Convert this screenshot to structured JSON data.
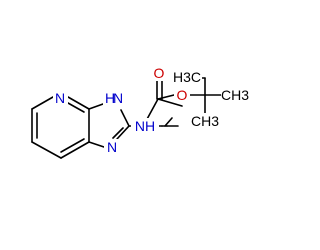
{
  "colors": {
    "background": "#ffffff",
    "carbon": "#000000",
    "nitrogen": "#0000cc",
    "oxygen": "#cc0000"
  },
  "atoms": {
    "pyridine_n": "N",
    "imidazole_nh_n": "N",
    "imidazole_nh_h": "H",
    "imidazole_n": "N",
    "amide_nh": "NH",
    "carbonyl_o": "O",
    "ester_o": "O",
    "methyl_left": "H3C",
    "methyl_right": "CH3",
    "methyl_bottom": "CH3"
  }
}
